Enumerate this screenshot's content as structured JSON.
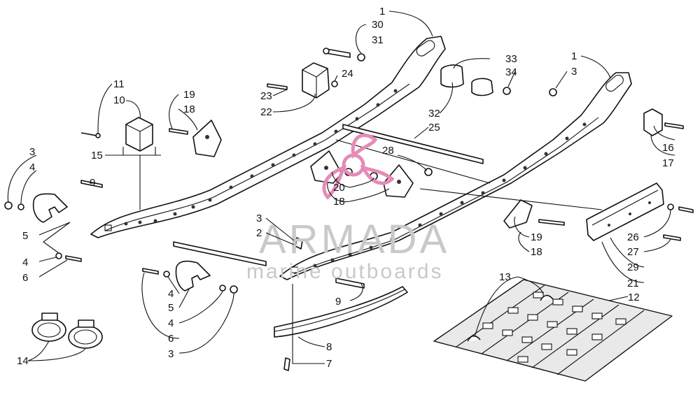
{
  "watermark": {
    "title": "ARMADA",
    "subtitle": "marine outboards",
    "logo_color": "#e68bb7",
    "text_color": "#c9c9c9"
  },
  "callouts": [
    {
      "id": "c-1a",
      "text": "1"
    },
    {
      "id": "c-30",
      "text": "30"
    },
    {
      "id": "c-31",
      "text": "31"
    },
    {
      "id": "c-33",
      "text": "33"
    },
    {
      "id": "c-34",
      "text": "34"
    },
    {
      "id": "c-1b",
      "text": "1"
    },
    {
      "id": "c-3a",
      "text": "3"
    },
    {
      "id": "c-24",
      "text": "24"
    },
    {
      "id": "c-23",
      "text": "23"
    },
    {
      "id": "c-22",
      "text": "22"
    },
    {
      "id": "c-11",
      "text": "11"
    },
    {
      "id": "c-10",
      "text": "10"
    },
    {
      "id": "c-19a",
      "text": "19"
    },
    {
      "id": "c-18a",
      "text": "18"
    },
    {
      "id": "c-32",
      "text": "32"
    },
    {
      "id": "c-25",
      "text": "25"
    },
    {
      "id": "c-16",
      "text": "16"
    },
    {
      "id": "c-17",
      "text": "17"
    },
    {
      "id": "c-15",
      "text": "15"
    },
    {
      "id": "c-28",
      "text": "28"
    },
    {
      "id": "c-3b",
      "text": "3"
    },
    {
      "id": "c-4a",
      "text": "4"
    },
    {
      "id": "c-9a",
      "text": "9"
    },
    {
      "id": "c-20",
      "text": "20"
    },
    {
      "id": "c-18b",
      "text": "18"
    },
    {
      "id": "c-5a",
      "text": "5"
    },
    {
      "id": "c-3c",
      "text": "3"
    },
    {
      "id": "c-2",
      "text": "2"
    },
    {
      "id": "c-26",
      "text": "26"
    },
    {
      "id": "c-19b",
      "text": "19"
    },
    {
      "id": "c-18c",
      "text": "18"
    },
    {
      "id": "c-27",
      "text": "27"
    },
    {
      "id": "c-4b",
      "text": "4"
    },
    {
      "id": "c-6a",
      "text": "6"
    },
    {
      "id": "c-29",
      "text": "29"
    },
    {
      "id": "c-21",
      "text": "21"
    },
    {
      "id": "c-13",
      "text": "13"
    },
    {
      "id": "c-12",
      "text": "12"
    },
    {
      "id": "c-4c",
      "text": "4"
    },
    {
      "id": "c-9b",
      "text": "9"
    },
    {
      "id": "c-5b",
      "text": "5"
    },
    {
      "id": "c-4d",
      "text": "4"
    },
    {
      "id": "c-6b",
      "text": "6"
    },
    {
      "id": "c-3d",
      "text": "3"
    },
    {
      "id": "c-8",
      "text": "8"
    },
    {
      "id": "c-14",
      "text": "14"
    },
    {
      "id": "c-7",
      "text": "7"
    }
  ]
}
